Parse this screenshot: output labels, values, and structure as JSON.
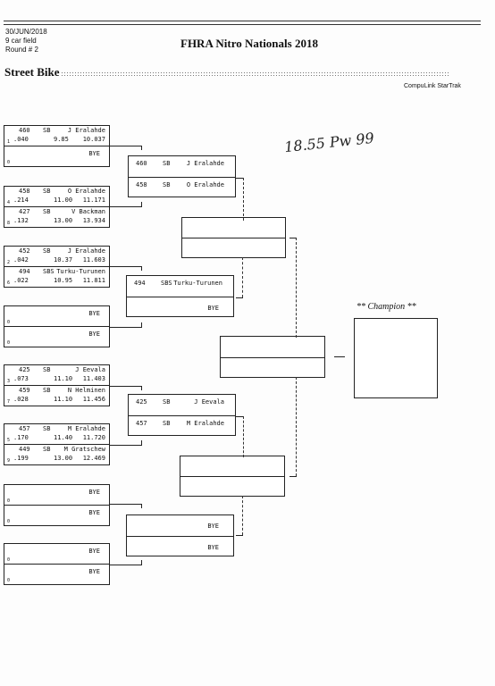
{
  "header": {
    "date": "30/JUN/2018",
    "field": "9 car field",
    "round": "Round # 2",
    "title": "FHRA Nitro Nationals 2018",
    "category": "Street Bike",
    "software": "CompuLink StarTrak"
  },
  "annotation": {
    "text": "18.55 Pw 99"
  },
  "champion_label": "** Champion **",
  "round1": [
    {
      "top": {
        "car": "460",
        "cls": "SB",
        "name": "J Eralahde",
        "lane": "1",
        "rt": ".040",
        "et": "9.85",
        "speed": "10.037"
      },
      "bottom": {
        "name": "BYE",
        "lane": "0"
      }
    },
    {
      "top": {
        "car": "458",
        "cls": "SB",
        "name": "O Eralahde",
        "lane": "4",
        "rt": ".214",
        "et": "11.00",
        "speed": "11.171"
      },
      "bottom": {
        "car": "427",
        "cls": "SB",
        "name": "V Backman",
        "lane": "8",
        "rt": ".132",
        "et": "13.00",
        "speed": "13.934"
      }
    },
    {
      "top": {
        "car": "452",
        "cls": "SB",
        "name": "J Eralahde",
        "lane": "2",
        "rt": ".042",
        "et": "10.37",
        "speed": "11.603"
      },
      "bottom": {
        "car": "494",
        "cls": "SBS",
        "name": "Turku-Turunen",
        "lane": "6",
        "rt": ".022",
        "et": "10.95",
        "speed": "11.811"
      }
    },
    {
      "top": {
        "name": "BYE",
        "lane": "0"
      },
      "bottom": {
        "name": "BYE",
        "lane": "0"
      }
    },
    {
      "top": {
        "car": "425",
        "cls": "SB",
        "name": "J Eevala",
        "lane": "3",
        "rt": ".073",
        "et": "11.10",
        "speed": "11.403"
      },
      "bottom": {
        "car": "459",
        "cls": "SB",
        "name": "N Helminen",
        "lane": "7",
        "rt": ".028",
        "et": "11.10",
        "speed": "11.456"
      }
    },
    {
      "top": {
        "car": "457",
        "cls": "SB",
        "name": "M Eralahde",
        "lane": "5",
        "rt": ".170",
        "et": "11.40",
        "speed": "11.720"
      },
      "bottom": {
        "car": "449",
        "cls": "SB",
        "name": "M Gratschew",
        "lane": "9",
        "rt": ".199",
        "et": "13.00",
        "speed": "12.469"
      }
    },
    {
      "top": {
        "name": "BYE",
        "lane": "0"
      },
      "bottom": {
        "name": "BYE",
        "lane": "0"
      }
    },
    {
      "top": {
        "name": "BYE",
        "lane": "0"
      },
      "bottom": {
        "name": "BYE",
        "lane": "0"
      }
    }
  ],
  "round2": [
    {
      "top": {
        "car": "460",
        "cls": "SB",
        "name": "J Eralahde"
      },
      "bottom": {
        "car": "458",
        "cls": "SB",
        "name": "O Eralahde"
      }
    },
    {
      "top": {
        "car": "494",
        "cls": "SBS",
        "name": "Turku-Turunen"
      },
      "bottom": {
        "name": "BYE"
      }
    },
    {
      "top": {
        "car": "425",
        "cls": "SB",
        "name": "J Eevala"
      },
      "bottom": {
        "car": "457",
        "cls": "SB",
        "name": "M Eralahde"
      }
    },
    {
      "top": {
        "name": "BYE"
      },
      "bottom": {
        "name": "BYE"
      }
    }
  ]
}
